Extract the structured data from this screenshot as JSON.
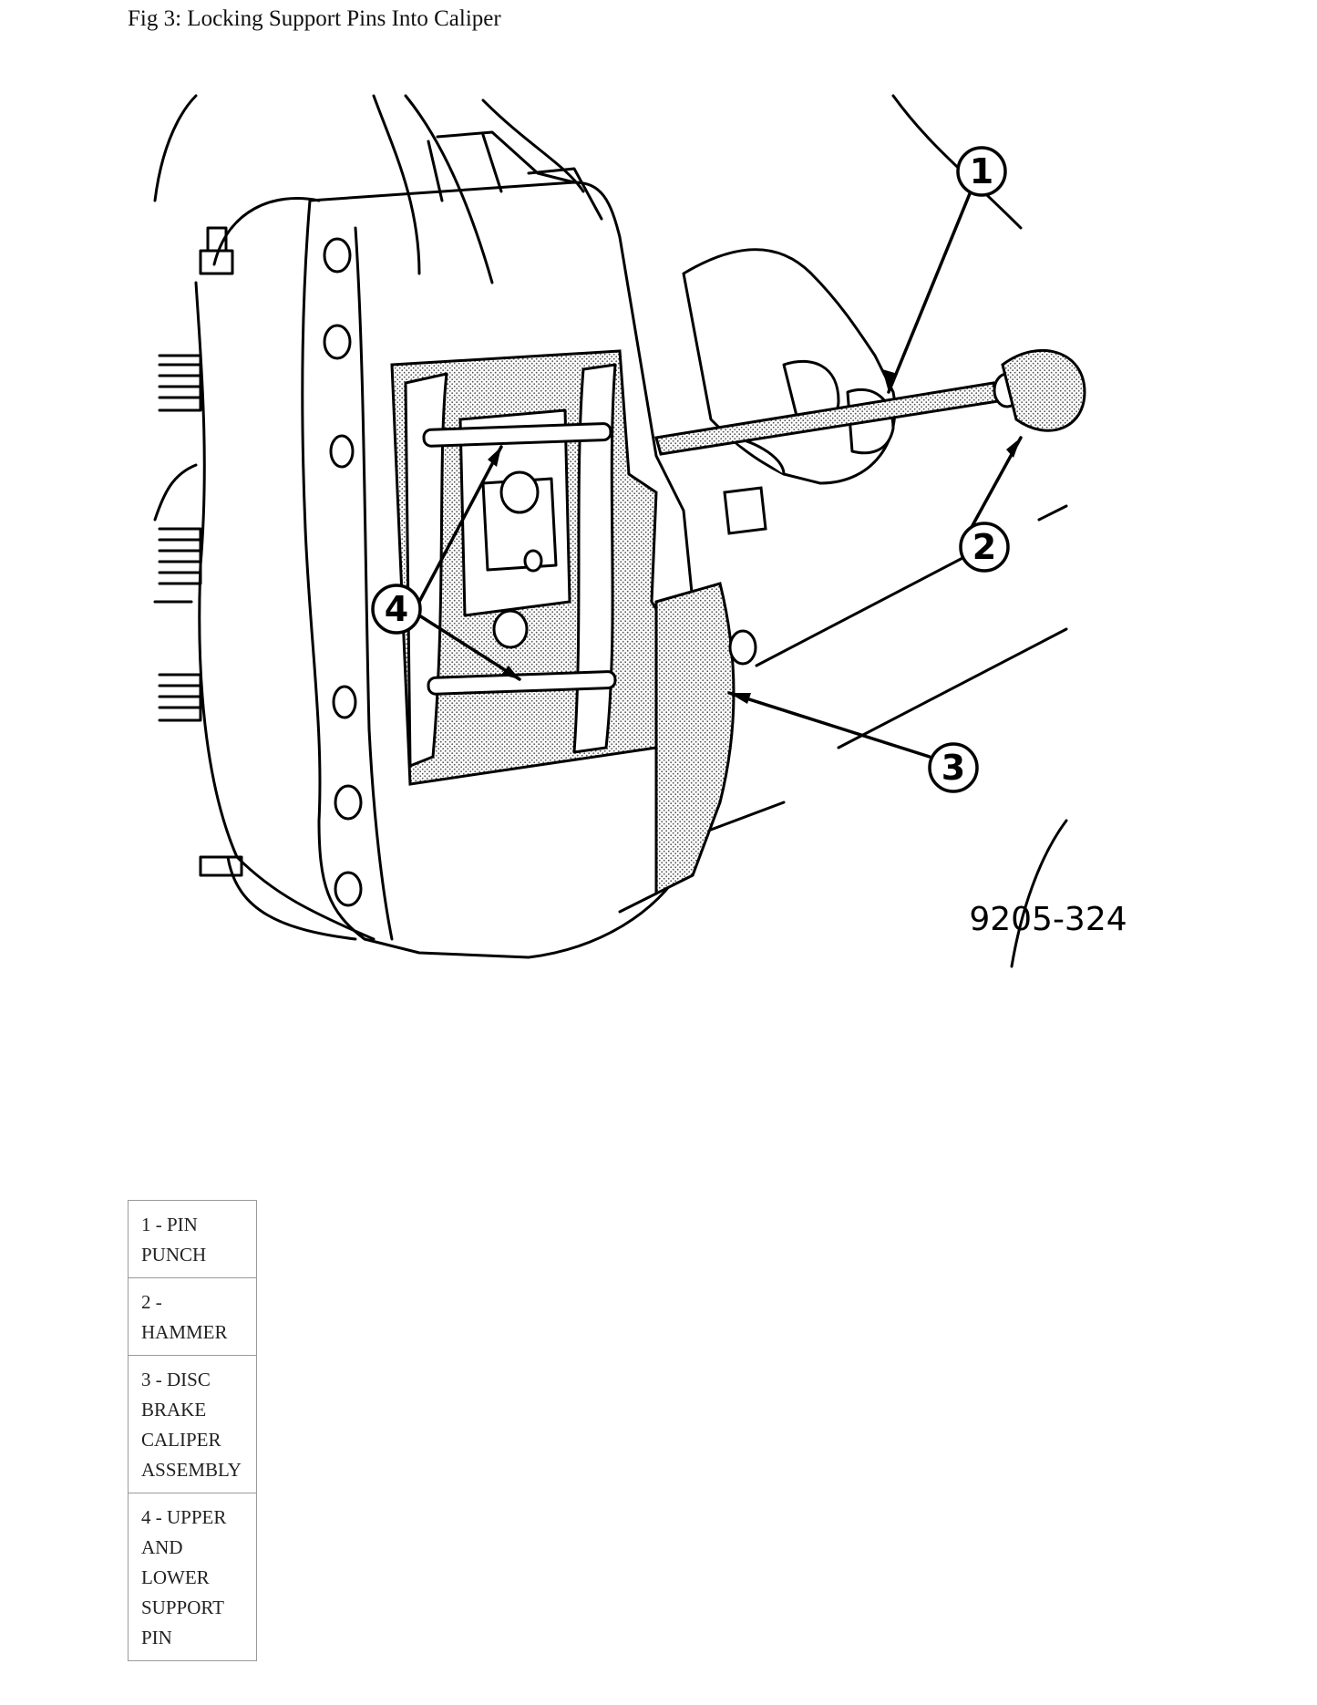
{
  "figure": {
    "title": "Fig 3: Locking Support Pins Into Caliper",
    "part_number": "9205-324",
    "callouts": [
      "1",
      "2",
      "3",
      "4"
    ]
  },
  "legend": [
    {
      "label": "1 - PIN PUNCH"
    },
    {
      "label": "2 - HAMMER"
    },
    {
      "label": "3 - DISC BRAKE CALIPER ASSEMBLY"
    },
    {
      "label": "4 - UPPER AND LOWER SUPPORT PIN"
    }
  ]
}
